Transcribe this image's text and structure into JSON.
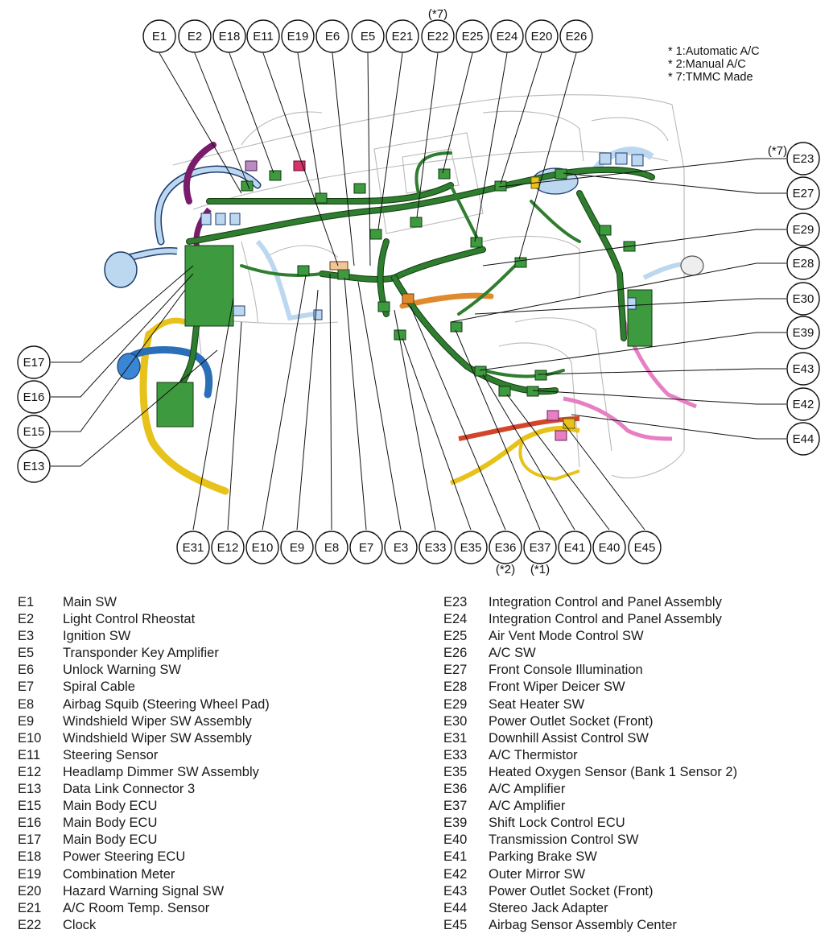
{
  "notes": [
    "* 1:Automatic A/C",
    "* 2:Manual A/C",
    "* 7:TMMC Made"
  ],
  "top_callouts": [
    {
      "code": "E1"
    },
    {
      "code": "E2"
    },
    {
      "code": "E18"
    },
    {
      "code": "E11"
    },
    {
      "code": "E19"
    },
    {
      "code": "E6"
    },
    {
      "code": "E5"
    },
    {
      "code": "E21"
    },
    {
      "code": "E22",
      "note": "(*7)"
    },
    {
      "code": "E25"
    },
    {
      "code": "E24"
    },
    {
      "code": "E20"
    },
    {
      "code": "E26"
    }
  ],
  "right_callouts": [
    {
      "code": "E23",
      "note": "(*7)"
    },
    {
      "code": "E27"
    },
    {
      "code": "E29"
    },
    {
      "code": "E28"
    },
    {
      "code": "E30"
    },
    {
      "code": "E39"
    },
    {
      "code": "E43"
    },
    {
      "code": "E42"
    },
    {
      "code": "E44"
    }
  ],
  "left_callouts": [
    {
      "code": "E17"
    },
    {
      "code": "E16"
    },
    {
      "code": "E15"
    },
    {
      "code": "E13"
    }
  ],
  "bottom_callouts": [
    {
      "code": "E31"
    },
    {
      "code": "E12"
    },
    {
      "code": "E10"
    },
    {
      "code": "E9"
    },
    {
      "code": "E8"
    },
    {
      "code": "E7"
    },
    {
      "code": "E3"
    },
    {
      "code": "E33"
    },
    {
      "code": "E35"
    },
    {
      "code": "E36",
      "note": "(*2)"
    },
    {
      "code": "E37",
      "note": "(*1)"
    },
    {
      "code": "E41"
    },
    {
      "code": "E40"
    },
    {
      "code": "E45"
    }
  ],
  "legend_left": [
    {
      "code": "E1",
      "name": "Main SW"
    },
    {
      "code": "E2",
      "name": "Light Control Rheostat"
    },
    {
      "code": "E3",
      "name": "Ignition SW"
    },
    {
      "code": "E5",
      "name": "Transponder Key Amplifier"
    },
    {
      "code": "E6",
      "name": "Unlock Warning SW"
    },
    {
      "code": "E7",
      "name": "Spiral Cable"
    },
    {
      "code": "E8",
      "name": "Airbag Squib (Steering Wheel Pad)"
    },
    {
      "code": "E9",
      "name": "Windshield Wiper SW Assembly"
    },
    {
      "code": "E10",
      "name": "Windshield Wiper SW Assembly"
    },
    {
      "code": "E11",
      "name": "Steering Sensor"
    },
    {
      "code": "E12",
      "name": "Headlamp Dimmer SW Assembly"
    },
    {
      "code": "E13",
      "name": "Data Link Connector 3"
    },
    {
      "code": "E15",
      "name": "Main Body ECU"
    },
    {
      "code": "E16",
      "name": "Main Body ECU"
    },
    {
      "code": "E17",
      "name": "Main Body ECU"
    },
    {
      "code": "E18",
      "name": "Power Steering ECU"
    },
    {
      "code": "E19",
      "name": "Combination Meter"
    },
    {
      "code": "E20",
      "name": "Hazard Warning Signal SW"
    },
    {
      "code": "E21",
      "name": "A/C Room Temp. Sensor"
    },
    {
      "code": "E22",
      "name": "Clock"
    }
  ],
  "legend_right": [
    {
      "code": "E23",
      "name": "Integration Control and Panel Assembly"
    },
    {
      "code": "E24",
      "name": "Integration Control and Panel Assembly"
    },
    {
      "code": "E25",
      "name": "Air Vent Mode Control SW"
    },
    {
      "code": "E26",
      "name": "A/C SW"
    },
    {
      "code": "E27",
      "name": "Front Console Illumination"
    },
    {
      "code": "E28",
      "name": "Front Wiper Deicer SW"
    },
    {
      "code": "E29",
      "name": "Seat Heater SW"
    },
    {
      "code": "E30",
      "name": "Power Outlet Socket (Front)"
    },
    {
      "code": "E31",
      "name": "Downhill Assist Control SW"
    },
    {
      "code": "E33",
      "name": "A/C Thermistor"
    },
    {
      "code": "E35",
      "name": "Heated Oxygen Sensor (Bank 1 Sensor 2)"
    },
    {
      "code": "E36",
      "name": "A/C Amplifier"
    },
    {
      "code": "E37",
      "name": "A/C Amplifier"
    },
    {
      "code": "E39",
      "name": "Shift Lock Control ECU"
    },
    {
      "code": "E40",
      "name": "Transmission Control SW"
    },
    {
      "code": "E41",
      "name": "Parking Brake SW"
    },
    {
      "code": "E42",
      "name": "Outer Mirror SW"
    },
    {
      "code": "E43",
      "name": "Power Outlet Socket (Front)"
    },
    {
      "code": "E44",
      "name": "Stereo Jack Adapter"
    },
    {
      "code": "E45",
      "name": "Airbag Sensor Assembly Center"
    }
  ]
}
